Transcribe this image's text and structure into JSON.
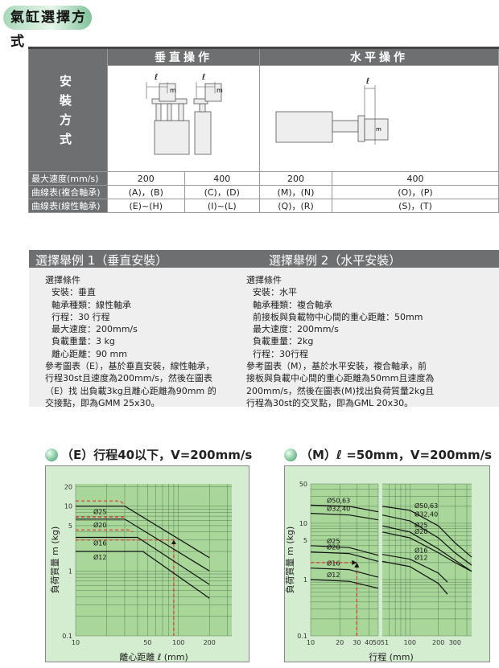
{
  "title": "氣缸選擇方式",
  "table": {
    "row_header": "安 裝 方 式",
    "groups": [
      "垂直操作",
      "水平操作"
    ],
    "diagram_labels": {
      "ell": "ℓ",
      "mass": "m"
    },
    "rows": [
      {
        "label": "最大速度(mm/s)",
        "cells": [
          "200",
          "400",
          "200",
          "400"
        ]
      },
      {
        "label": "曲線表(複合軸承)",
        "cells": [
          "(A)，(B)",
          "(C)，(D)",
          "(M)，(N)",
          "(O)，(P)"
        ]
      },
      {
        "label": "曲線表(線性軸承)",
        "cells": [
          "(E)~(H)",
          "(I)~(L)",
          "(Q)，(R)",
          "(S)，(T)"
        ]
      }
    ]
  },
  "example1": {
    "heading": "選擇舉例 1（垂直安裝）",
    "lines": [
      "選擇條件",
      "安裝：垂直",
      "軸承種類：線性軸承",
      "行程：30 行程",
      "最大速度：200mm/s",
      "負載重量：3  kg",
      "離心距離：90 mm",
      "參考圖表（E），基於垂直安裝，線性軸承，",
      "行程30st且速度為200mm/s，然後在圖表",
      "（E）找 出負載3kg且離心距離為90mm 的",
      "交接點，即為GMM 25x30。"
    ]
  },
  "example2": {
    "heading": "選擇舉例 2（水平安裝）",
    "lines": [
      "選擇條件",
      "安裝：水平",
      "軸承種類：複合軸承",
      "前接板與負載物中心間的重心距離：50mm",
      "最大速度：200mm/s",
      "負載重量：2kg",
      "行程：30行程",
      "參考圖表（M），基於水平安裝，複合軸承，前",
      "接板與負載中心間的重心距離為50mm且速度為",
      "200mm/s，然後在圖表(M)找出負荷質量2kg且",
      "行程為30st的交叉點，即為GML 20x30。"
    ]
  },
  "chart_data": [
    {
      "type": "line",
      "title": "（E）行程40以下，V=200mm/s",
      "xlabel": "離心距離 ℓ (mm)",
      "ylabel": "負荷質量 m (kg)",
      "xscale": "log",
      "yscale": "log",
      "xlim": [
        10,
        330
      ],
      "ylim": [
        0.1,
        22
      ],
      "xticks": [
        10,
        50,
        100,
        200
      ],
      "yticks": [
        0.1,
        1,
        5,
        10,
        20
      ],
      "series": [
        {
          "name": "Ø25",
          "points": [
            [
              10,
              10
            ],
            [
              30,
              10
            ],
            [
              200,
              1.6
            ]
          ]
        },
        {
          "name": "Ø20",
          "points": [
            [
              10,
              6.3
            ],
            [
              30,
              6.3
            ],
            [
              200,
              1.0
            ]
          ]
        },
        {
          "name": "Ø16",
          "points": [
            [
              10,
              3.3
            ],
            [
              40,
              3.3
            ],
            [
              200,
              0.62
            ]
          ]
        },
        {
          "name": "Ø12",
          "points": [
            [
              10,
              2.0
            ],
            [
              45,
              2.0
            ],
            [
              200,
              0.38
            ]
          ]
        }
      ],
      "dashed": [
        [
          [
            10,
            12
          ],
          [
            27,
            12
          ],
          [
            29,
            11
          ]
        ],
        [
          [
            10,
            6.8
          ],
          [
            31,
            6.8
          ]
        ],
        [
          [
            10,
            4.3
          ],
          [
            33,
            4.3
          ],
          [
            36,
            4
          ]
        ],
        [
          [
            10,
            3
          ],
          [
            90,
            3
          ],
          [
            90,
            0.1
          ]
        ]
      ]
    },
    {
      "type": "line",
      "title": "（M）ℓ =50mm，V=200mm/s",
      "xlabel": "行程 (mm)",
      "ylabel": "負荷質量 m (kg)",
      "xscale": "log-broken",
      "yscale": "log",
      "xlim": [
        10,
        50,
        51,
        450
      ],
      "ylim": [
        0.1,
        50
      ],
      "xticks": [
        "10",
        "20",
        "30",
        "40",
        "50",
        "51",
        "100",
        "200",
        "300"
      ],
      "yticks": [
        0.1,
        1,
        5,
        10,
        50
      ],
      "series": [
        {
          "name": "Ø50,63",
          "points": [
            [
              10,
              21
            ],
            [
              25,
              20
            ],
            [
              50,
              16
            ]
          ],
          "points2": [
            [
              51,
              20
            ],
            [
              100,
              17
            ],
            [
              200,
              9
            ],
            [
              300,
              4.5
            ],
            [
              450,
              2.5
            ]
          ]
        },
        {
          "name": "Ø32,40",
          "points": [
            [
              10,
              15
            ],
            [
              25,
              14
            ],
            [
              50,
              11.5
            ]
          ],
          "points2": [
            [
              51,
              14
            ],
            [
              100,
              11
            ],
            [
              200,
              5.5
            ],
            [
              300,
              3
            ],
            [
              450,
              1.8
            ]
          ]
        },
        {
          "name": "Ø25",
          "points": [
            [
              10,
              4
            ],
            [
              25,
              3.7
            ],
            [
              50,
              2.7
            ]
          ],
          "points2": [
            [
              51,
              9
            ],
            [
              100,
              7
            ],
            [
              200,
              3.5
            ],
            [
              300,
              2.2
            ],
            [
              450,
              1.4
            ]
          ]
        },
        {
          "name": "Ø20",
          "points": [
            [
              10,
              3.1
            ],
            [
              25,
              2.9
            ],
            [
              50,
              2.1
            ]
          ],
          "points2": [
            [
              51,
              7
            ],
            [
              100,
              5.5
            ],
            [
              200,
              3
            ],
            [
              300,
              2
            ],
            [
              450,
              1.4
            ]
          ]
        },
        {
          "name": "Ø16",
          "points": [
            [
              10,
              1.6
            ],
            [
              25,
              1.5
            ],
            [
              50,
              1.1
            ]
          ],
          "points2": [
            [
              51,
              2.8
            ],
            [
              100,
              2.3
            ],
            [
              200,
              1.3
            ],
            [
              250,
              0.9
            ]
          ]
        },
        {
          "name": "Ø12",
          "points": [
            [
              10,
              1.0
            ],
            [
              25,
              0.93
            ],
            [
              50,
              0.7
            ]
          ],
          "points2": [
            [
              51,
              2.1
            ],
            [
              100,
              1.7
            ],
            [
              200,
              0.85
            ],
            [
              250,
              0.55
            ]
          ]
        }
      ],
      "dashed": [
        [
          [
            10,
            2
          ],
          [
            30,
            2
          ]
        ],
        [
          [
            30,
            0.1
          ],
          [
            30,
            2
          ]
        ]
      ]
    }
  ]
}
